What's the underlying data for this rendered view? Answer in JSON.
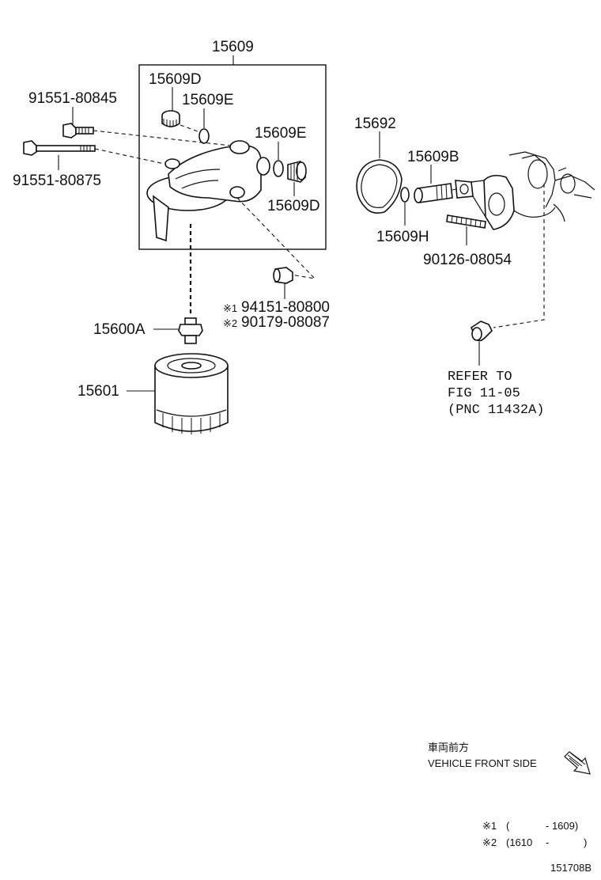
{
  "labels": {
    "assembly": "15609",
    "plug_left": "15609D",
    "oring_left": "15609E",
    "oring_right": "15609E",
    "plug_right": "15609D",
    "bolt_short": "91551-80845",
    "bolt_long": "91551-80875",
    "note1_mark": "※1",
    "note1_part": "94151-80800",
    "note2_mark": "※2",
    "note2_part": "90179-08087",
    "union": "15600A",
    "filter": "15601",
    "gasket": "15692",
    "pipe": "15609B",
    "oring_h": "15609H",
    "stud": "90126-08054"
  },
  "refer": {
    "line1": "REFER TO",
    "line2": "FIG 11-05",
    "line3": "(PNC 11432A)"
  },
  "direction": {
    "japanese": "車両前方",
    "english": "VEHICLE FRONT SIDE"
  },
  "footnotes": {
    "n1_mark": "※1",
    "n1_open": "(",
    "n1_range": "- 1609)",
    "n2_mark": "※2",
    "n2_open": "(1610",
    "n2_range": "-",
    "n2_close": ")"
  },
  "figure_id": "151708B",
  "icons": [
    "vehicle-front-arrow-icon"
  ]
}
